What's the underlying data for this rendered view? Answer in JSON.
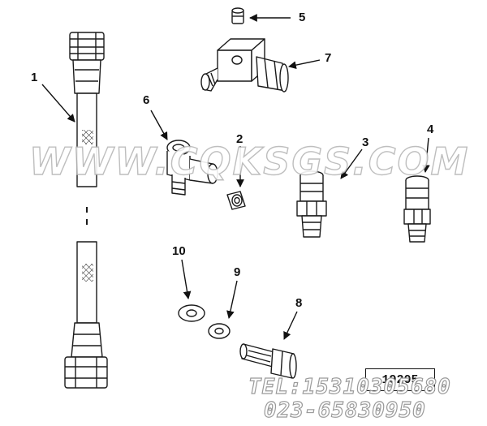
{
  "callouts": {
    "c1": "1",
    "c2": "2",
    "c3": "3",
    "c4": "4",
    "c5": "5",
    "c6": "6",
    "c7": "7",
    "c8": "8",
    "c9": "9",
    "c10": "10"
  },
  "watermark": "WWW.CQKSGS.COM",
  "reference_code": "19205",
  "contact": {
    "tel": "TEL:15310305680",
    "phone": "023-65830950"
  },
  "colors": {
    "line": "#1a1a1a",
    "watermark_outline": "#b8b8b8"
  }
}
